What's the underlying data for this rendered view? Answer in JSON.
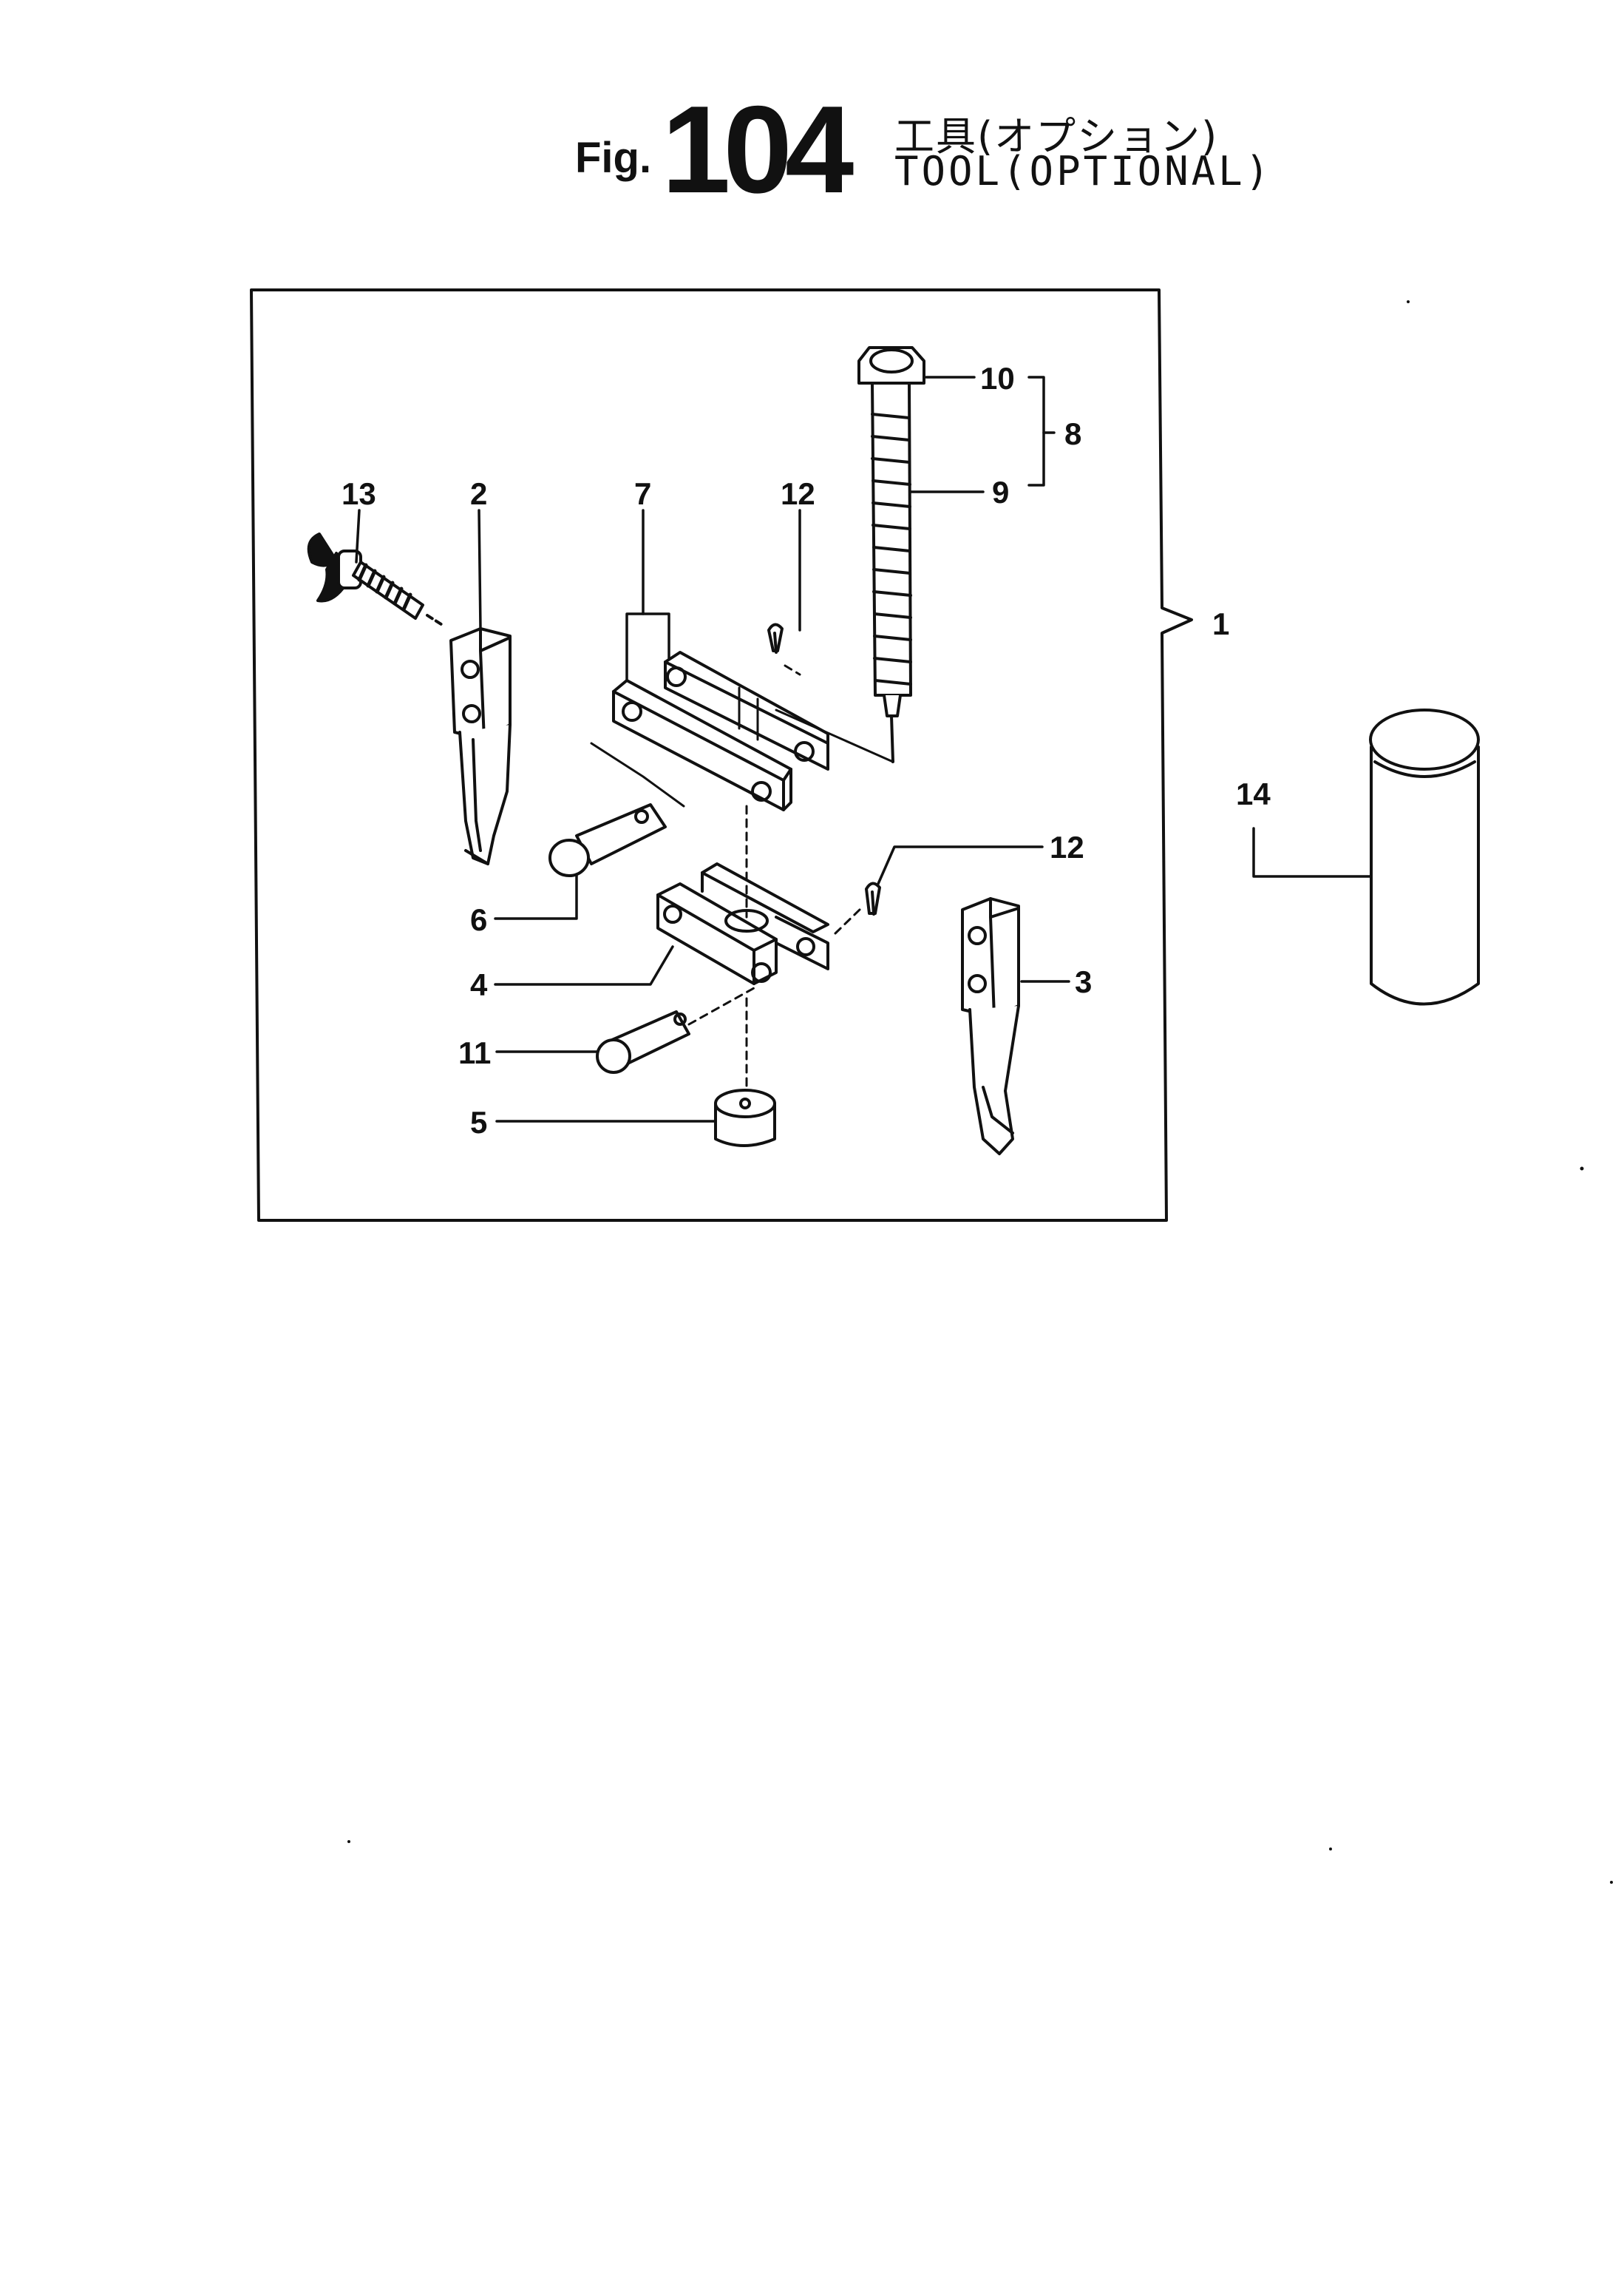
{
  "figure": {
    "prefix": "Fig.",
    "number": "104",
    "title_jp": "工具(オプション)",
    "title_en": "TOOL(OPTIONAL)"
  },
  "callouts": {
    "c1": "1",
    "c2": "2",
    "c3": "3",
    "c4": "4",
    "c5": "5",
    "c6": "6",
    "c7": "7",
    "c8": "8",
    "c9": "9",
    "c10": "10",
    "c11": "11",
    "c12a": "12",
    "c12b": "12",
    "c13": "13",
    "c14": "14"
  }
}
